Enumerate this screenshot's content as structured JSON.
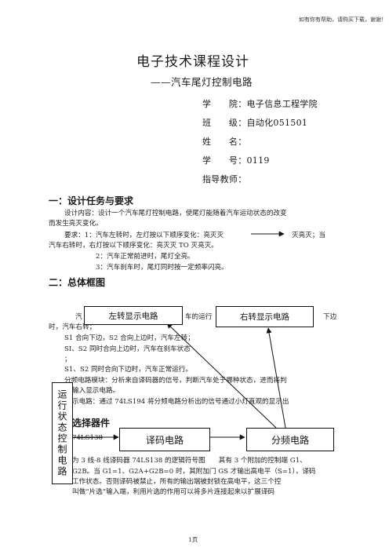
{
  "header_note": "如有你有帮助，请购买下载，谢谢！",
  "title": "电子技术课程设计",
  "subtitle": "——汽车尾灯控制电路",
  "info": [
    {
      "label": "学　　院：",
      "value": "电子信息工程学院"
    },
    {
      "label": "班　　级：",
      "value": "自动化051501"
    },
    {
      "label": "姓　　名：",
      "value": ""
    },
    {
      "label": "学　　号：",
      "value": "0119"
    },
    {
      "label": "指导教师：",
      "value": ""
    }
  ],
  "section1": {
    "heading": "一：设计任务与要求",
    "content_line1": "设计内容：设计一个汽车尾灯控制电路，使尾灯能随着汽车运动状态的改变",
    "content_line2": "而发生亮灭变化。",
    "req1_line1a": "要求：1：汽车左转时，左灯按以下顺序变化：亮灭灭",
    "req1_line1b": "灭亮灭；当",
    "req1_line2": "汽车右转时，右灯按以下顺序变化：亮灭灭 TO 灭亮灭。",
    "req2": "2：汽车正常前进时，尾灯全亮。",
    "req3": "3：汽车刹车时，尾灯同时按一定频率闪亮。"
  },
  "section2": {
    "heading": "二：总体框图",
    "lines": [
      "汽",
      "时，汽车右转；",
      "S1 合向下边，S2 合向上边时，汽车左转；",
      "SI、S2 同时合向上边时，汽车在刹车状态",
      "；",
      "S1、S2 同时合向下边时，汽车正常运行。",
      "分频电路模块：分析来自译码器的信号，判断汽车处于哪种状态，进而将判",
      "输入显示电路。",
      "示电路：通过 74LS194 将分频电路分析出的信号通过小灯直观的显示出"
    ],
    "frag_middle": "车的运行",
    "frag_right": "下边"
  },
  "section3": {
    "heading": "选择器件",
    "chip": "74LS138",
    "lines": [
      "为 3 线-8 线译码器 74LS138 的逻辑符号图　　其有 3 个附加的控制端 G1、",
      "G2B。当 G1=1、G2A+G2B=0 时，其附加门 GS 才输出高电平（S=1），译码",
      "工作状态。否则译码被禁止，所有的输出端被封锁在高电平，这三个控",
      "叫做“片选”输入端，利用片选的作用可以将多片连接起来以扩展译码"
    ]
  },
  "diagram": {
    "left_display": "左转显示电路",
    "right_display": "右转显示电路",
    "decoder": "译码电路",
    "divider": "分频电路",
    "state_control": "运行状态控制电路"
  },
  "footer": "1页"
}
